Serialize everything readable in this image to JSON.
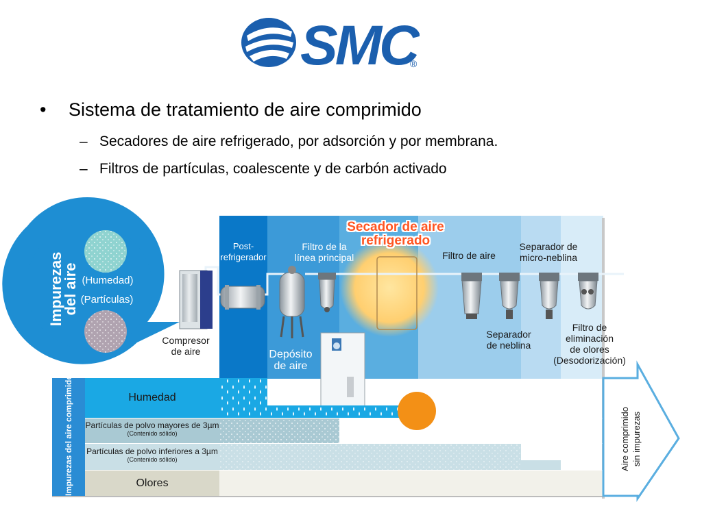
{
  "logo": {
    "text": "SMC",
    "mark": "®",
    "brand_color": "#1b5fae"
  },
  "bullets": {
    "main": "Sistema de tratamiento de aire comprimido",
    "sub": [
      "Secadores de aire refrigerado, por adsorción y por membrana.",
      "Filtros de partículas, coalescente y de carbón activado"
    ],
    "bullet_glyph": "•",
    "dash_glyph": "–"
  },
  "diagram": {
    "bubble": {
      "title_line1": "Impurezas",
      "title_line2": "del aire",
      "humidity": "(Humedad)",
      "particles": "(Partículas)"
    },
    "components": {
      "compressor": [
        "Compresor",
        "de aire"
      ],
      "aftercooler": [
        "Post-",
        "refrigerador"
      ],
      "main_filter": [
        "Filtro de la",
        "línea principal"
      ],
      "dryer_title": [
        "Secador de aire",
        "refrigerado"
      ],
      "air_filter": "Filtro de aire",
      "micro_mist": [
        "Separador de",
        "micro-neblina"
      ],
      "tank": [
        "Depósito",
        "de aire"
      ],
      "mist_separator": [
        "Separador",
        "de neblina"
      ],
      "odor_filter": [
        "Filtro de",
        "eliminación",
        "de olores",
        "(Desodorización)"
      ]
    },
    "table": {
      "side_label": "Impurezas del aire comprimido",
      "rows": [
        {
          "label": "Humedad"
        },
        {
          "label": "Partículas de polvo mayores de 3µm",
          "note": "(Contenido sólido)"
        },
        {
          "label": "Partículas de polvo inferiores a 3µm",
          "note": "(Contenido sólido)"
        },
        {
          "label": "Olores"
        }
      ],
      "result": [
        "Aire comprimido",
        "sin impurezas"
      ]
    },
    "colors": {
      "blue_dark": "#0a78c8",
      "blue_mid": "#3c9ad8",
      "blue_light": "#9ccdec",
      "blue_pale": "#d8ecf8",
      "humidity_row": "#1aa8e4",
      "particle_row": "#a9c9d3",
      "fine_row": "#c9dfe6",
      "odor_row": "#d9d8c9",
      "accent_orange": "#f39016",
      "title_red": "#ff5522"
    }
  }
}
